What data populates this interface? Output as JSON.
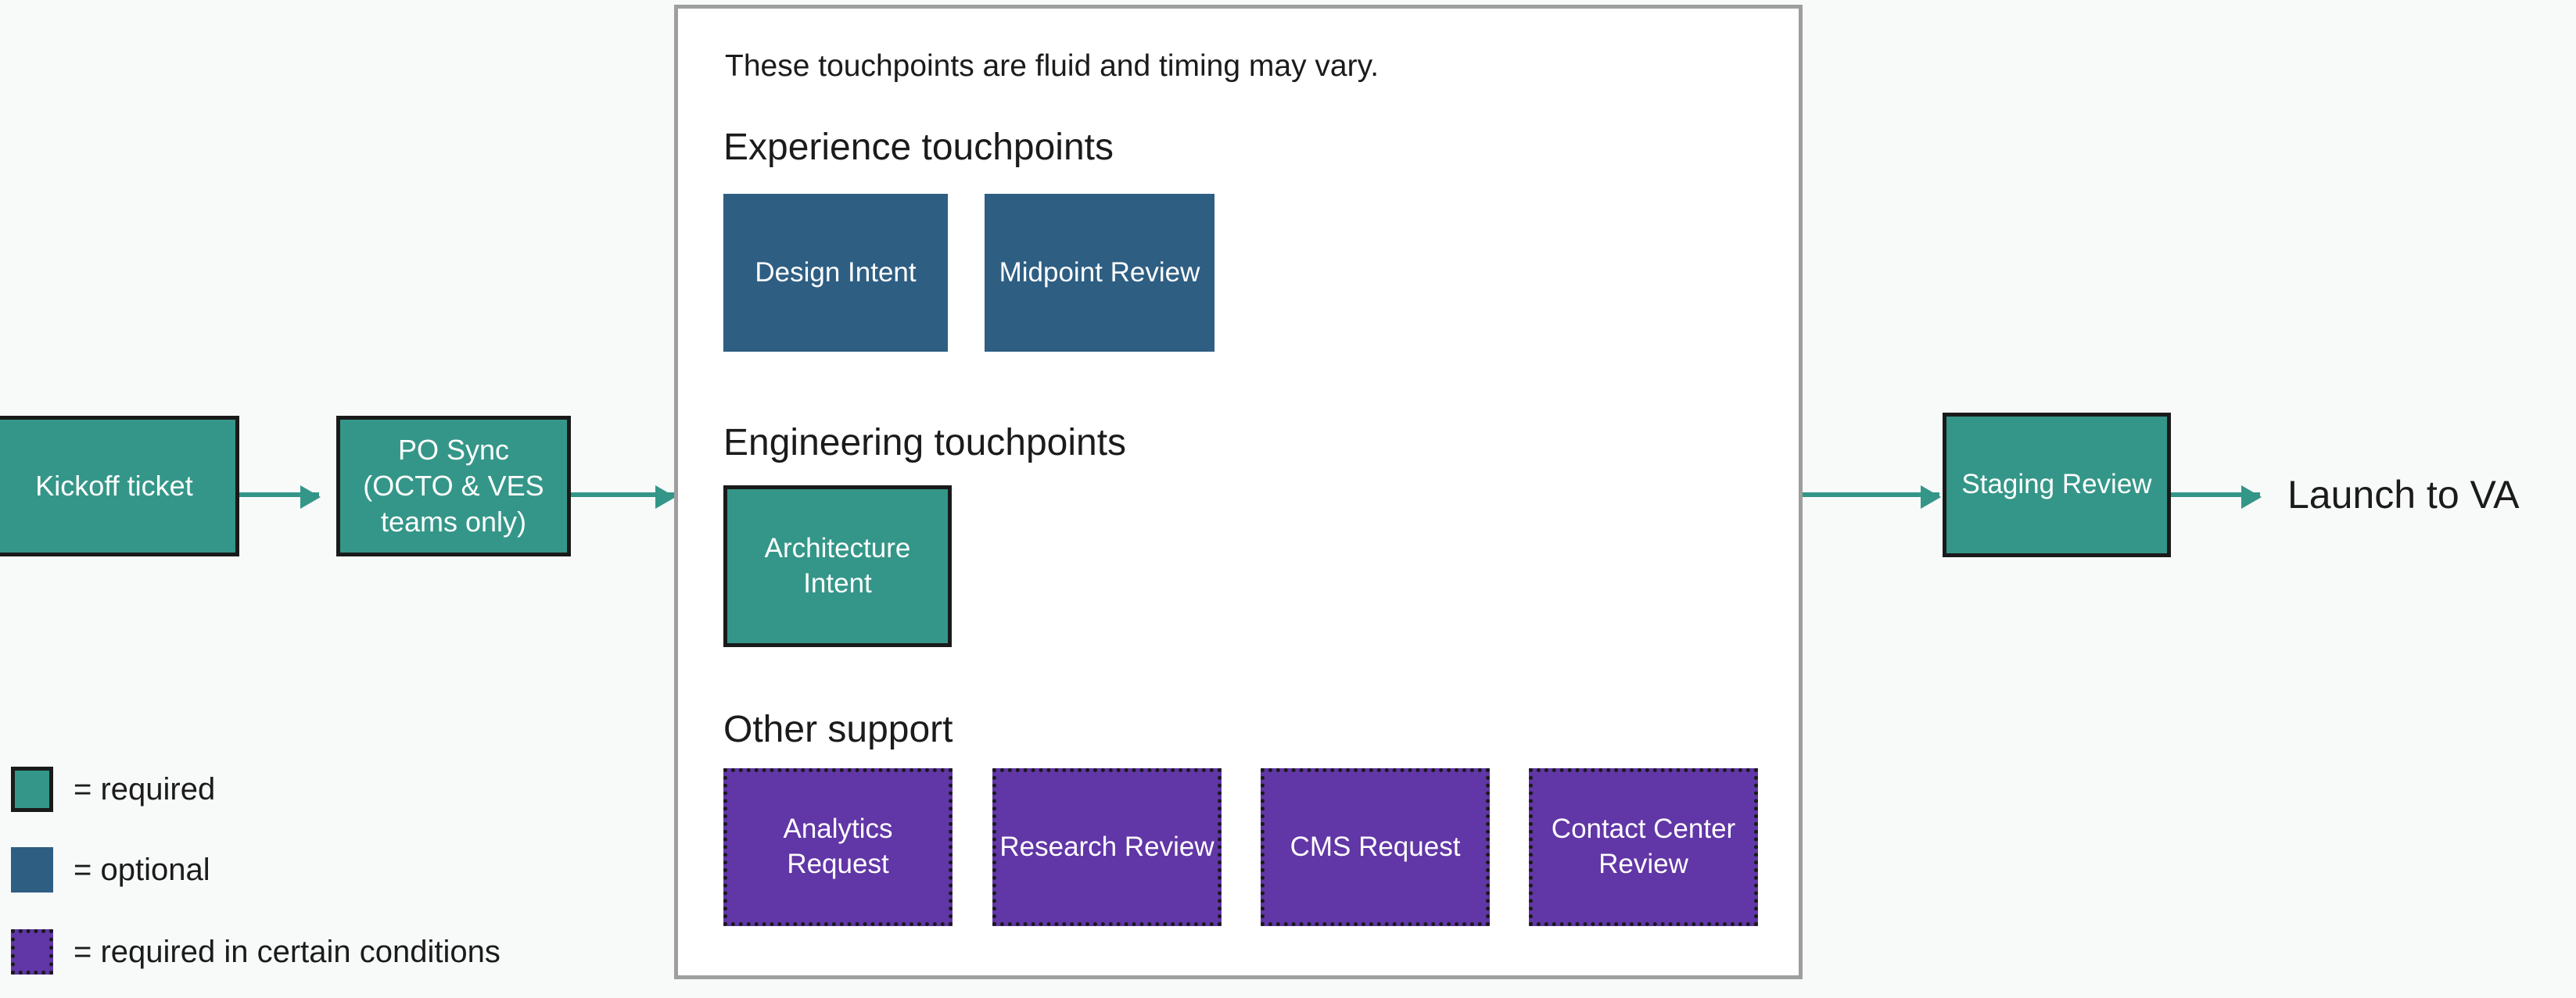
{
  "colors": {
    "required": "#349688",
    "optional": "#2e5e82",
    "conditional": "#6136a6",
    "arrow": "#349688",
    "panel_border": "#9e9e9e",
    "canvas": "#f8f9f9",
    "text": "#1b1b1b",
    "node_text": "#ffffff"
  },
  "flow": {
    "start_nodes": [
      {
        "label": "Kickoff ticket",
        "type": "required"
      },
      {
        "label": "PO Sync\n(OCTO & VES\nteams only)",
        "type": "required"
      }
    ],
    "end_nodes": [
      {
        "label": "Staging Review",
        "type": "required"
      }
    ],
    "terminal_label": "Launch to VA"
  },
  "panel": {
    "note": "These touchpoints are fluid and timing may vary.",
    "sections": [
      {
        "heading": "Experience touchpoints",
        "nodes": [
          {
            "label": "Design Intent",
            "type": "optional"
          },
          {
            "label": "Midpoint Review",
            "type": "optional"
          }
        ]
      },
      {
        "heading": "Engineering touchpoints",
        "nodes": [
          {
            "label": "Architecture\nIntent",
            "type": "required"
          }
        ]
      },
      {
        "heading": "Other support",
        "nodes": [
          {
            "label": "Analytics\nRequest",
            "type": "conditional"
          },
          {
            "label": "Research Review",
            "type": "conditional"
          },
          {
            "label": "CMS Request",
            "type": "conditional"
          },
          {
            "label": "Contact Center\nReview",
            "type": "conditional"
          }
        ]
      }
    ]
  },
  "legend": {
    "items": [
      {
        "swatch": "required",
        "label": "= required"
      },
      {
        "swatch": "optional",
        "label": "= optional"
      },
      {
        "swatch": "conditional",
        "label": "= required in certain conditions"
      }
    ]
  }
}
